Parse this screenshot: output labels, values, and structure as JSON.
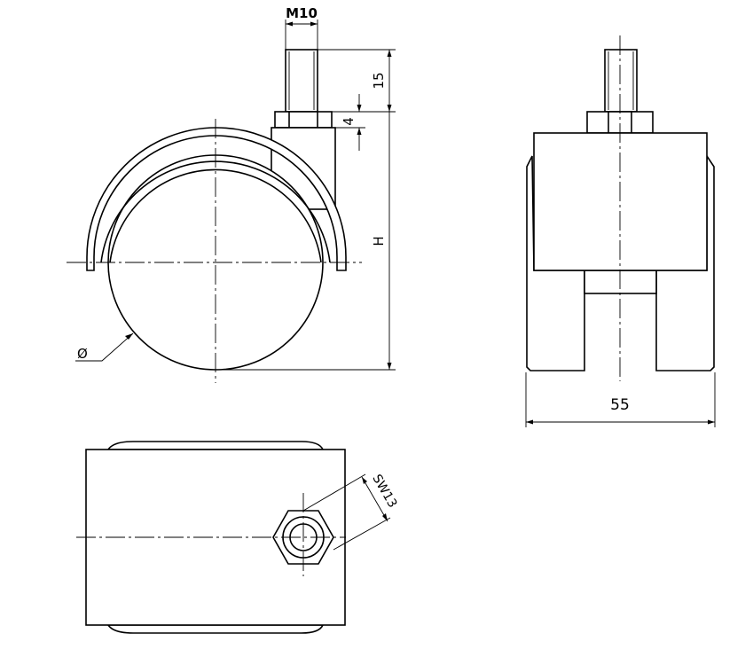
{
  "dimensions": {
    "thread": "M10",
    "stem_length": "15",
    "nut_height": "4",
    "height": "H",
    "diameter": "Ø",
    "width": "55",
    "wrench_size": "SW13"
  }
}
